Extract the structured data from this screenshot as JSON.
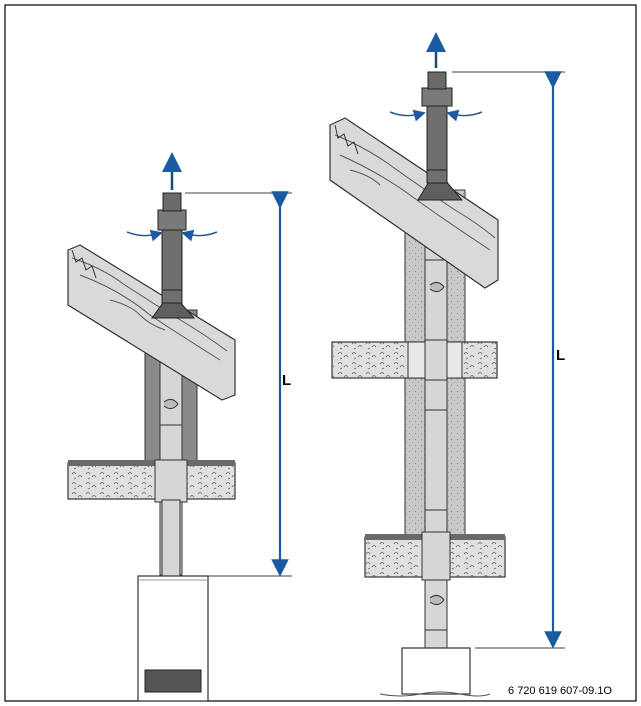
{
  "left_assembly": {
    "dimension_label": "L"
  },
  "right_assembly": {
    "dimension_label": "L"
  },
  "reference_code": "6 720 619 607-09.1O",
  "colors": {
    "dimension": "#1a5aa0",
    "pipe_dark": "#6f6f6f",
    "pipe_light": "#d6d6d6",
    "shaft": "#c8c8c8",
    "floor_fill": "#e0e0e0",
    "roof_fill": "#d9d9d9"
  }
}
